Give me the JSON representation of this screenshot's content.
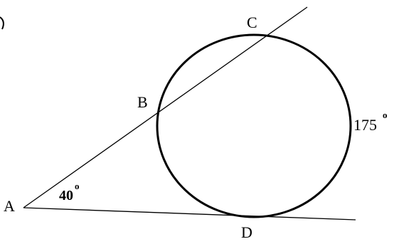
{
  "points": {
    "A": "A",
    "B": "B",
    "C": "C",
    "D": "D"
  },
  "angles": {
    "angle_A": "40",
    "arc_CD": "175"
  },
  "degree_symbol": "o",
  "colors": {
    "stroke": "#000000",
    "background": "#ffffff"
  }
}
